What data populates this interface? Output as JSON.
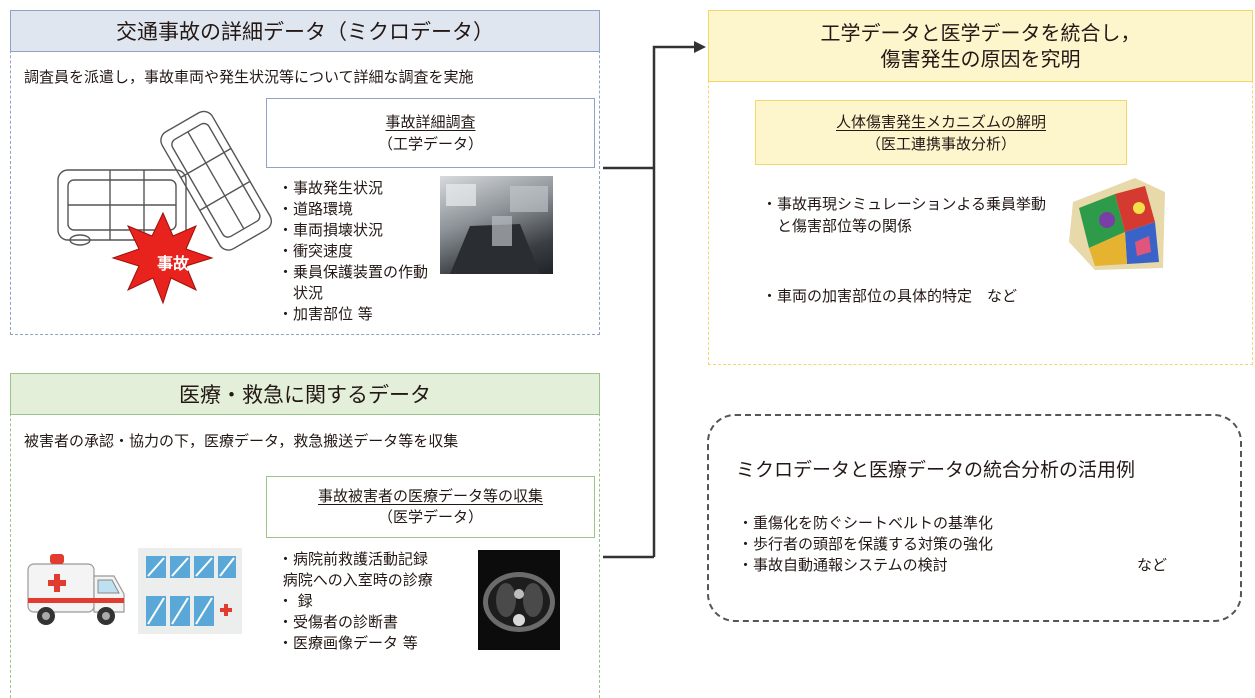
{
  "micro": {
    "title": "交通事故の詳細データ（ミクロデータ）",
    "desc": "調査員を派遣し，事故車両や発生状況等について詳細な調査を実施",
    "crash_label": "事故",
    "sub": {
      "line1": "事故詳細調査",
      "line2": "（工学データ）"
    },
    "items": [
      "事故発生状況",
      "道路環境",
      "車両損壊状況",
      "衝突速度",
      "乗員保護装置の作動状況",
      "加害部位 等"
    ]
  },
  "medical": {
    "title": "医療・救急に関するデータ",
    "desc": "被害者の承認・協力の下，医療データ，救急搬送データ等を収集",
    "sub": {
      "line1": "事故被害者の医療データ等の収集",
      "line2": "（医学データ）"
    },
    "items": [
      "病院前救護活動記録",
      "病院への入室時の診療録",
      "受傷者の診断書",
      "医療画像データ 等"
    ]
  },
  "integration": {
    "title_line1": "工学データと医学データを統合し，",
    "title_line2": "傷害発生の原因を究明",
    "sub": {
      "line1": "人体傷害発生メカニズムの解明",
      "line2": "（医工連携事故分析）"
    },
    "item1": "事故再現シミュレーションよる乗員挙動と傷害部位等の関係",
    "item2": "車両の加害部位の具体的特定　など"
  },
  "examples": {
    "title": "ミクロデータと医療データの統合分析の活用例",
    "items": [
      "重傷化を防ぐシートベルトの基準化",
      "歩行者の頭部を保護する対策の強化",
      "事故自動通報システムの検討"
    ],
    "etc": "など"
  },
  "colors": {
    "blue_fill": "#dfe6f0",
    "blue_border": "#8ea3c6",
    "green_fill": "#e3efd9",
    "green_border": "#9cc38a",
    "yellow_fill": "#fdf6cc",
    "yellow_border": "#f2d76a",
    "arrow": "#333333",
    "crash_star": "#e8221c"
  }
}
